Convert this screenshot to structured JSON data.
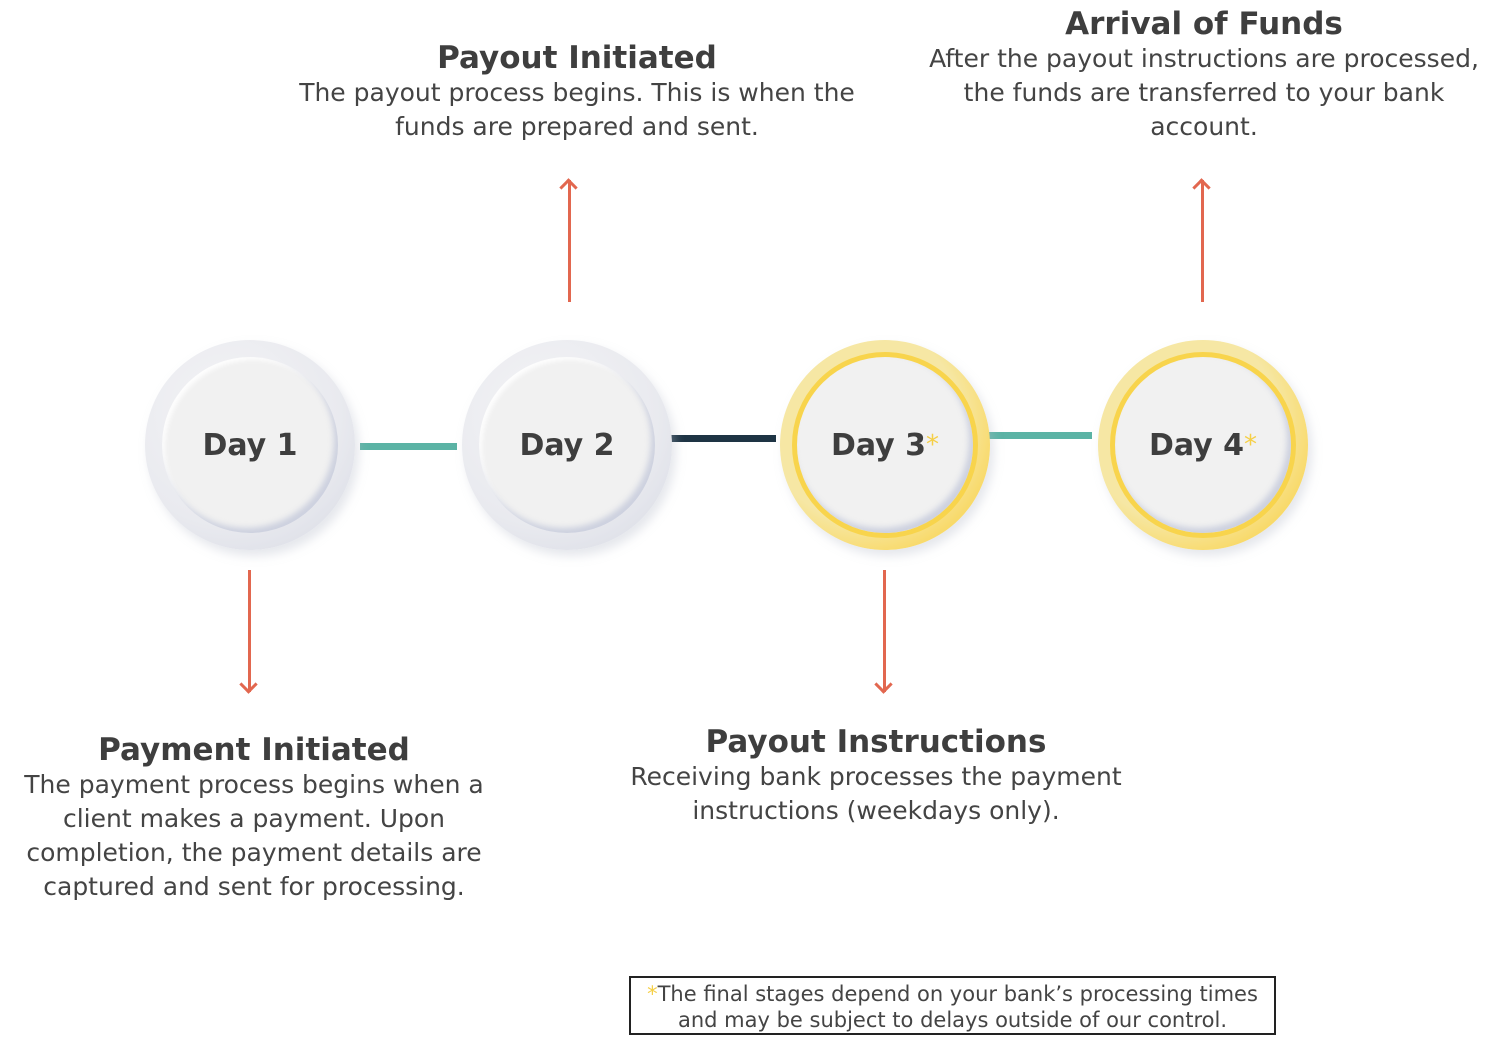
{
  "days": [
    {
      "label": "Day 1",
      "star": ""
    },
    {
      "label": "Day 2",
      "star": ""
    },
    {
      "label": "Day 3",
      "star": "*"
    },
    {
      "label": "Day 4",
      "star": "*"
    }
  ],
  "steps": {
    "payment_initiated": {
      "title": "Payment Initiated",
      "lines": [
        "The payment process begins when a",
        "client makes a payment. Upon",
        "completion, the payment details are",
        "captured and sent for processing."
      ]
    },
    "payout_initiated": {
      "title": "Payout Initiated",
      "lines": [
        "The payout process begins. This is when the",
        "funds are prepared and sent."
      ]
    },
    "payout_instructions": {
      "title": "Payout Instructions",
      "lines": [
        "Receiving bank processes the payment",
        "instructions (weekdays only)."
      ]
    },
    "arrival_of_funds": {
      "title": "Arrival of Funds",
      "lines": [
        "After the payout instructions are processed,",
        "the funds are transferred to your bank",
        "account."
      ]
    }
  },
  "footnote": {
    "star": "*",
    "lines": [
      "The final stages depend on your bank’s processing times",
      "and may be subject to delays outside of our control."
    ]
  },
  "colors": {
    "teal": "#5bb3a5",
    "navy": "#1e3444",
    "arrow": "#e2674f",
    "gold": "#f8d44c"
  }
}
